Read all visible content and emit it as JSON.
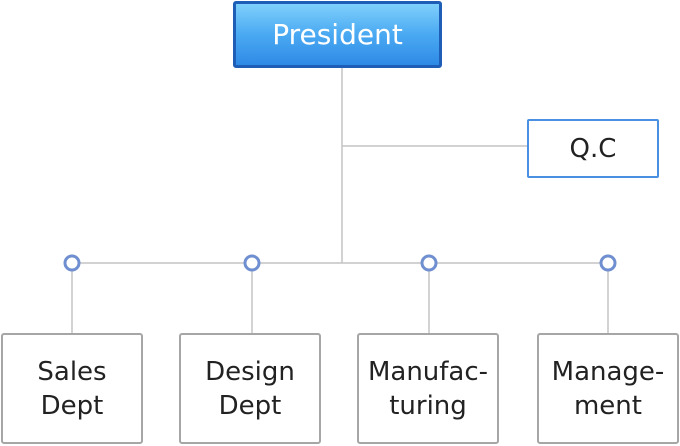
{
  "president": {
    "label": "President"
  },
  "qc": {
    "label": "Q.C"
  },
  "departments": [
    {
      "id": "sales",
      "label": "Sales\nDept"
    },
    {
      "id": "design",
      "label": "Design\nDept"
    },
    {
      "id": "manufacturing",
      "label": "Manufac-\nturing"
    },
    {
      "id": "management",
      "label": "Manage-\nment"
    }
  ],
  "colors": {
    "president_fill": "#4aa9f2",
    "president_border": "#1e5eb6",
    "qc_border": "#4a90e2",
    "dept_border": "#a6a6a6",
    "connector_line": "#c4c4c4",
    "connector_dot": "#6f8fd0"
  }
}
